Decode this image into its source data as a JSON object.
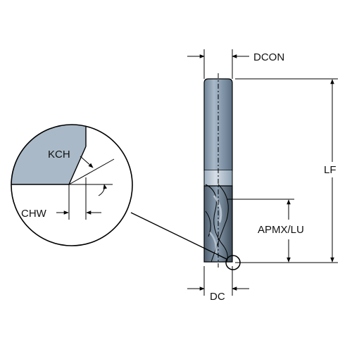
{
  "labels": {
    "dcon": "DCON",
    "lf": "LF",
    "apmx_lu": "APMX/LU",
    "dc": "DC",
    "kch": "KCH",
    "chw": "CHW"
  },
  "colors": {
    "shank": "#8fa3b8",
    "shank_light": "#c9d3de",
    "flute": "#6e8195",
    "flute_dark": "#4d5c6b",
    "detail_fill": "#a8b8c6",
    "line": "#000000"
  },
  "icons": {
    "arrow": "filled-triangle-arrowhead",
    "detail": "magnified-corner-circle"
  }
}
